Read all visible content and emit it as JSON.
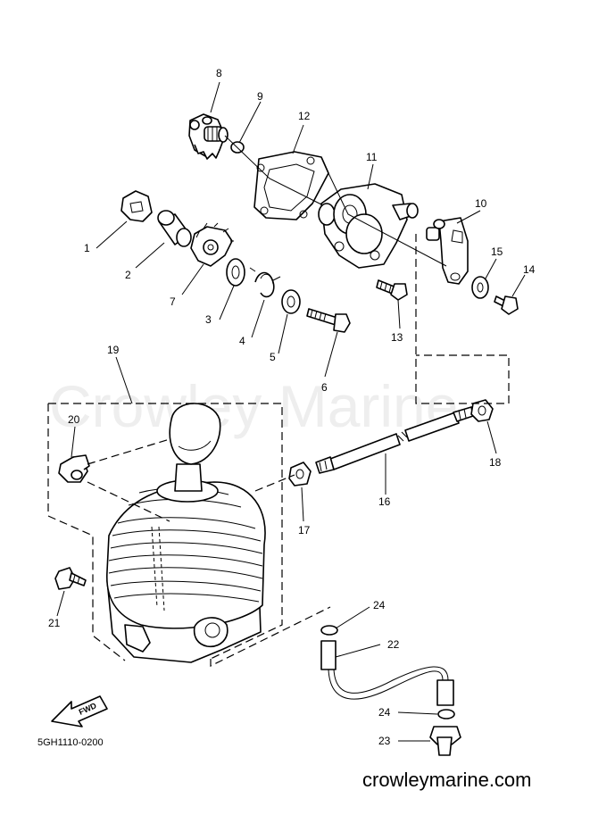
{
  "watermark": "Crowley Marine",
  "diagram_code": "5GH1110-0200",
  "site_url": "crowleymarine.com",
  "fwd_label": "FWD",
  "callouts": [
    "1",
    "2",
    "3",
    "4",
    "5",
    "6",
    "7",
    "8",
    "9",
    "10",
    "11",
    "12",
    "13",
    "14",
    "15",
    "16",
    "17",
    "18",
    "19",
    "20",
    "21",
    "22",
    "23",
    "24",
    "24"
  ]
}
